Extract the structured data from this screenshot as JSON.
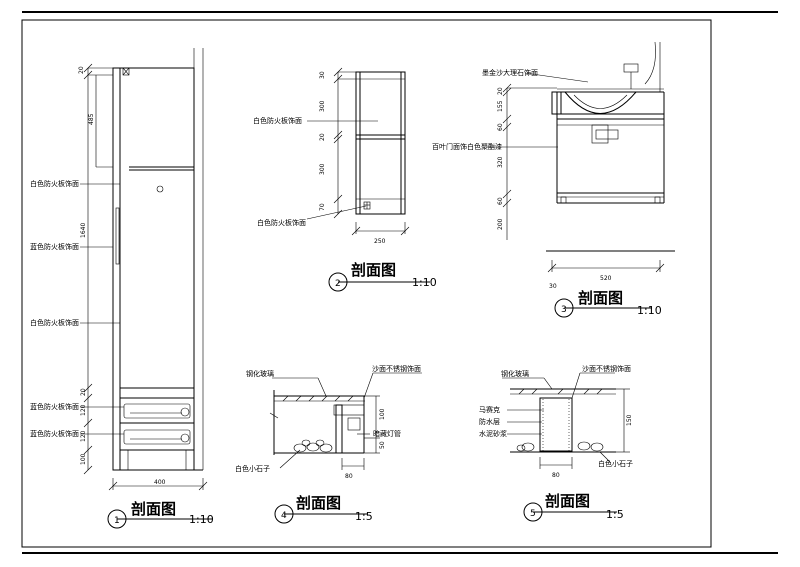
{
  "sections": {
    "s1": {
      "number": "1",
      "title": "剖面图",
      "scale": "1:10"
    },
    "s2": {
      "number": "2",
      "title": "剖面图",
      "scale": "1:10"
    },
    "s3": {
      "number": "3",
      "title": "剖面图",
      "scale": "1:10"
    },
    "s4": {
      "number": "4",
      "title": "剖面图",
      "scale": "1:5"
    },
    "s5": {
      "number": "5",
      "title": "剖面图",
      "scale": "1:5"
    }
  },
  "s1_labels": {
    "l1": "白色防火板饰面",
    "l2": "蓝色防火板饰面",
    "l3": "白色防火板饰面",
    "l4": "蓝色防火板饰面",
    "l5": "蓝色防火板饰面"
  },
  "s1_dims": {
    "d20": "20",
    "d485": "485",
    "d1640": "1640",
    "d20b": "20",
    "d120a": "120",
    "d120b": "120",
    "d100": "100",
    "w400": "400"
  },
  "s2_labels": {
    "top": "白色防火板饰面",
    "bottom": "白色防火板饰面"
  },
  "s2_dims": {
    "d30": "30",
    "d300a": "300",
    "d20": "20",
    "d300b": "300",
    "d70": "70",
    "w250": "250"
  },
  "s3_labels": {
    "top": "墨金沙大理石饰面",
    "mid": "百叶门面饰白色聚酯漆"
  },
  "s3_dims": {
    "d20": "20",
    "d155": "155",
    "d60a": "60",
    "d320": "320",
    "d60b": "60",
    "d200": "200",
    "w520": "520",
    "w30": "30"
  },
  "s4_labels": {
    "glass": "钢化玻璃",
    "steel": "沙面不锈钢饰面",
    "lamp": "暗藏灯管",
    "stone": "白色小石子"
  },
  "s4_dims": {
    "d100": "100",
    "d50": "50",
    "w80": "80"
  },
  "s5_labels": {
    "glass": "钢化玻璃",
    "steel": "沙面不锈钢饰面",
    "mosaic": "马赛克",
    "waterproof": "防水层",
    "mortar": "水泥砂浆",
    "stone": "白色小石子"
  },
  "s5_dims": {
    "d150": "150",
    "w80": "80"
  }
}
